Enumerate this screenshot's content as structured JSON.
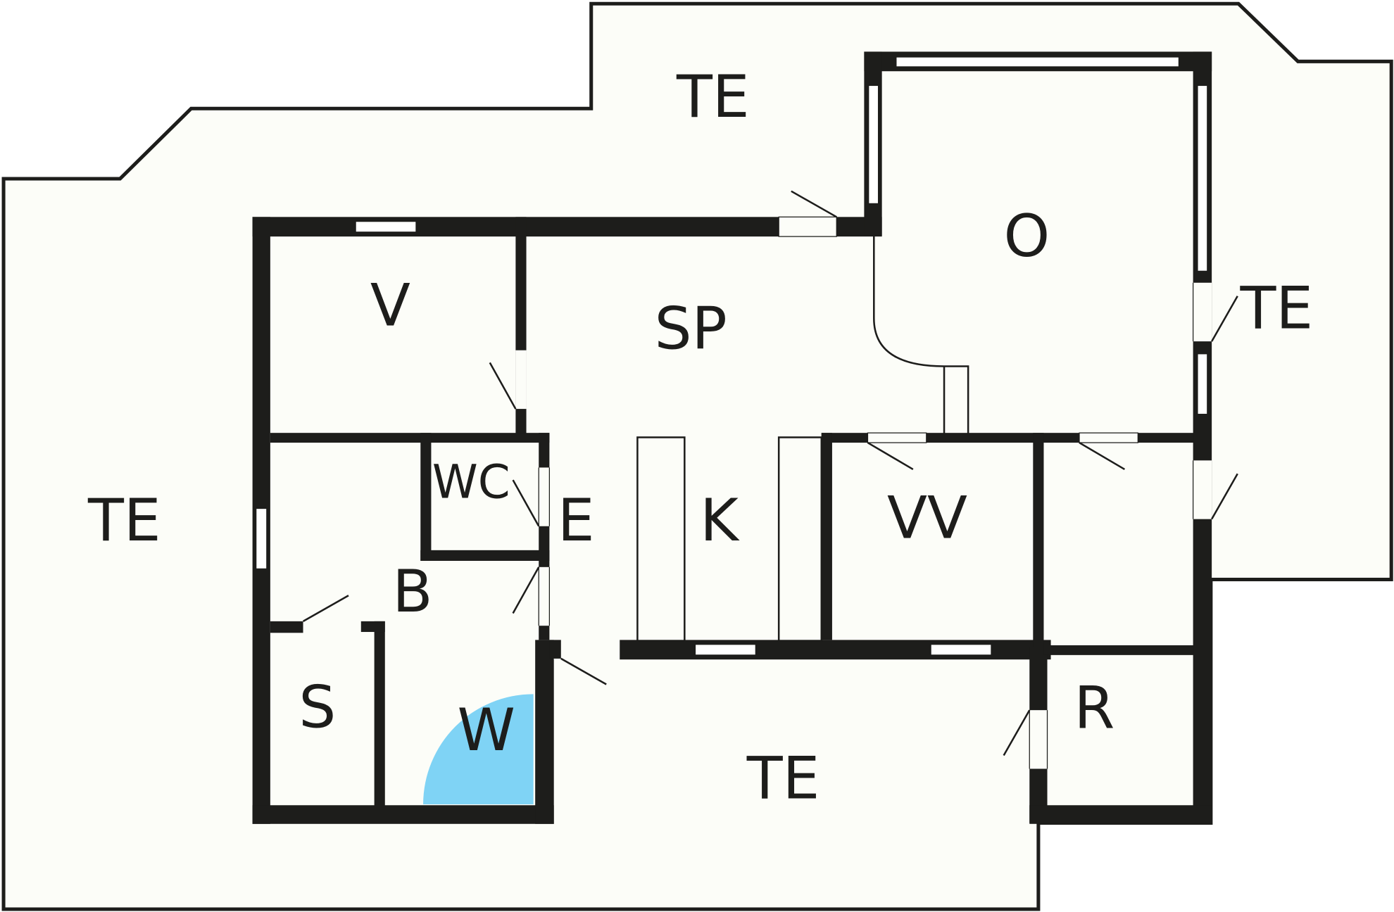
{
  "plan": {
    "colors": {
      "floor": "#fcfdf8",
      "wall": "#1d1d1b",
      "glass": "#ffffff",
      "water": "#7fd3f5"
    },
    "labels": {
      "te_top": "TE",
      "te_left": "TE",
      "te_right": "TE",
      "te_bottom": "TE",
      "o": "O",
      "sp": "SP",
      "v": "V",
      "wc": "WC",
      "e": "E",
      "k": "K",
      "vv": "VV",
      "b": "B",
      "s": "S",
      "w": "W",
      "r": "R"
    }
  }
}
